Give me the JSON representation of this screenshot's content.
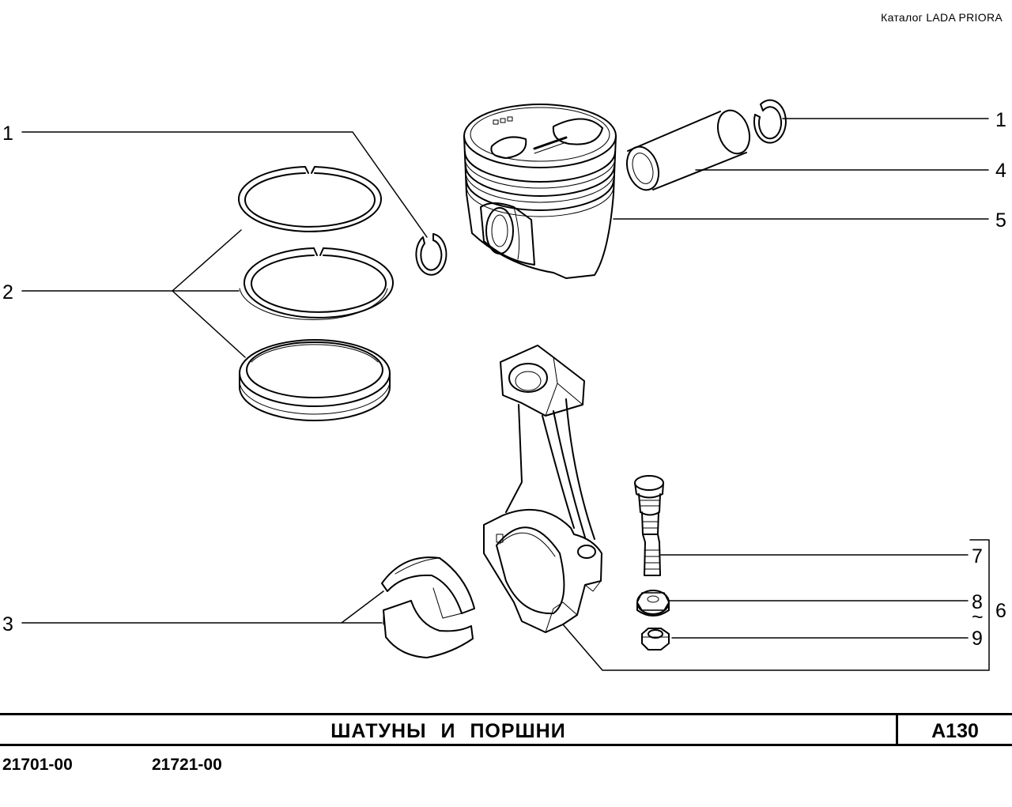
{
  "header": {
    "catalog": "Каталог  LADA  PRIORA"
  },
  "callouts": [
    {
      "id": "c1a",
      "label": "1"
    },
    {
      "id": "c2",
      "label": "2"
    },
    {
      "id": "c3",
      "label": "3"
    },
    {
      "id": "c1b",
      "label": "1"
    },
    {
      "id": "c4",
      "label": "4"
    },
    {
      "id": "c5",
      "label": "5"
    },
    {
      "id": "c7",
      "label": "7"
    },
    {
      "id": "c8",
      "label": "8"
    },
    {
      "id": "tilde",
      "label": "~"
    },
    {
      "id": "c9",
      "label": "9"
    },
    {
      "id": "c6",
      "label": "6"
    }
  ],
  "footer": {
    "title": "ШАТУНЫ  И  ПОРШНИ",
    "code": "A130",
    "models": [
      "21701-00",
      "21721-00"
    ]
  }
}
